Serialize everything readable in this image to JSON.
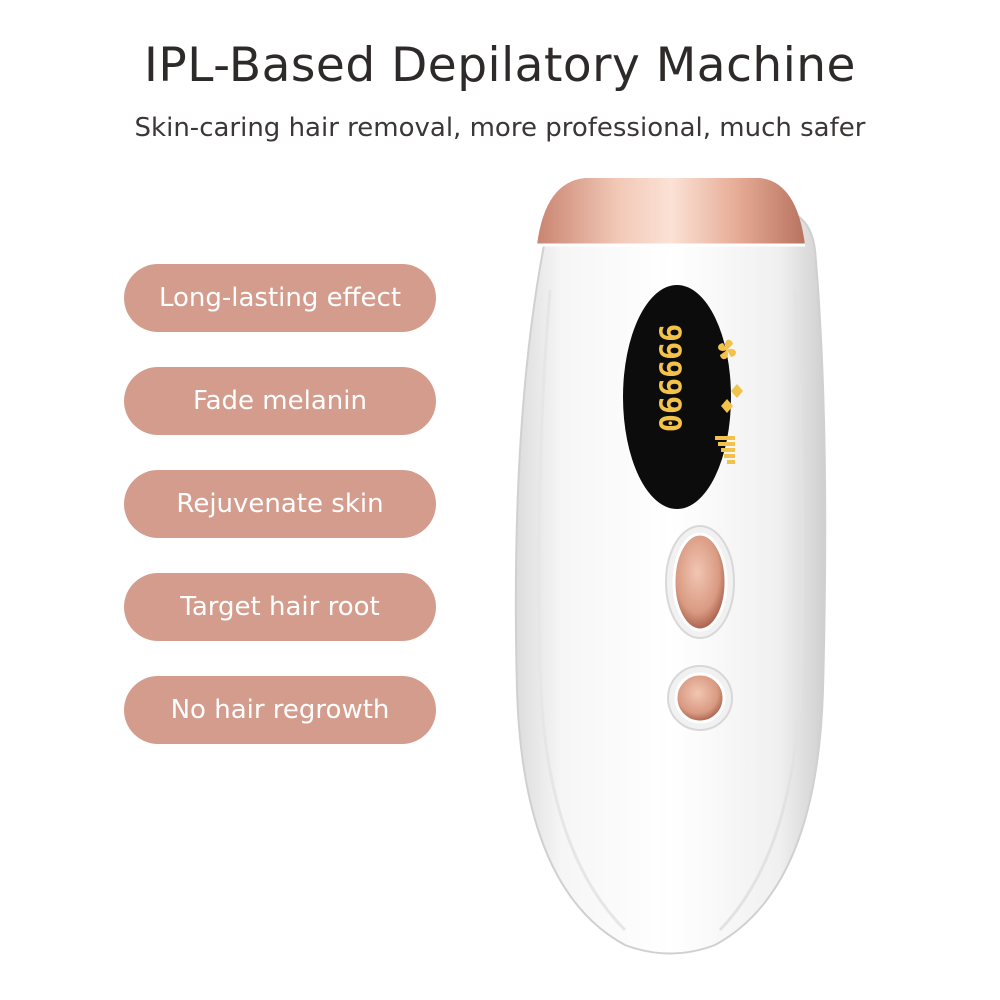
{
  "header": {
    "title": "IPL-Based Depilatory Machine",
    "subtitle": "Skin-caring hair removal, more professional, much safer"
  },
  "features": [
    "Long-lasting effect",
    "Fade melanin",
    "Rejuvenate skin",
    "Target hair root",
    "No hair regrowth"
  ],
  "device": {
    "display_counter": "999990",
    "icons": [
      "fan-icon",
      "diamond-icon",
      "signal-level-icon"
    ],
    "colors": {
      "pill": "#d49c8c",
      "rose_gold": "#e2a891",
      "lcd": "#0c0c0c",
      "lcd_text": "#f2c24a"
    }
  }
}
